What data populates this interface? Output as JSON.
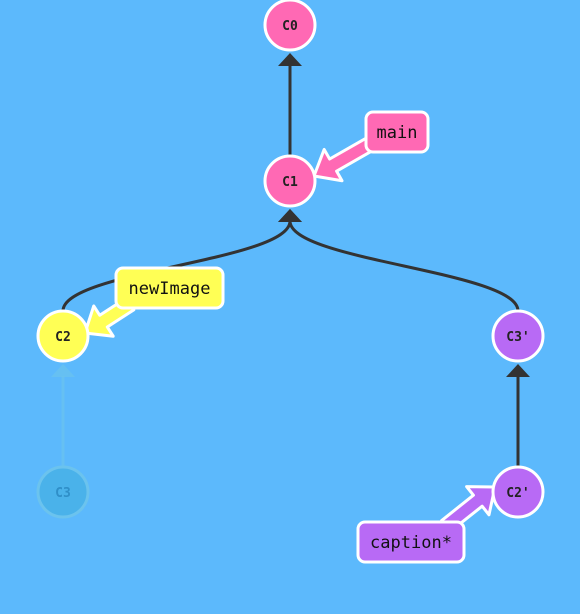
{
  "colors": {
    "background": "#5cb9fc",
    "edge": "#333333",
    "main": "#ff69b4",
    "newImage": "#ffff55",
    "caption": "#b86af5",
    "ghost_fill": "#4ab2ea",
    "ghost_stroke": "#6bc3ee",
    "ghost_text": "#2f8fc8"
  },
  "commits": [
    {
      "id": "C0",
      "label": "C0",
      "branch": "main"
    },
    {
      "id": "C1",
      "label": "C1",
      "branch": "main"
    },
    {
      "id": "C2",
      "label": "C2",
      "branch": "newImage"
    },
    {
      "id": "C3",
      "label": "C3",
      "branch": "ghost"
    },
    {
      "id": "C3p",
      "label": "C3'",
      "branch": "caption"
    },
    {
      "id": "C2p",
      "label": "C2'",
      "branch": "caption"
    }
  ],
  "edges": [
    {
      "from": "C1",
      "to": "C0"
    },
    {
      "from": "C2",
      "to": "C1"
    },
    {
      "from": "C3p",
      "to": "C1"
    },
    {
      "from": "C2p",
      "to": "C3p"
    },
    {
      "from": "C3",
      "to": "C2",
      "ghost": true
    }
  ],
  "branch_labels": [
    {
      "name": "main",
      "target": "C1",
      "color": "main"
    },
    {
      "name": "newImage",
      "target": "C2",
      "color": "newImage"
    },
    {
      "name": "caption*",
      "target": "C2p",
      "color": "caption"
    }
  ]
}
